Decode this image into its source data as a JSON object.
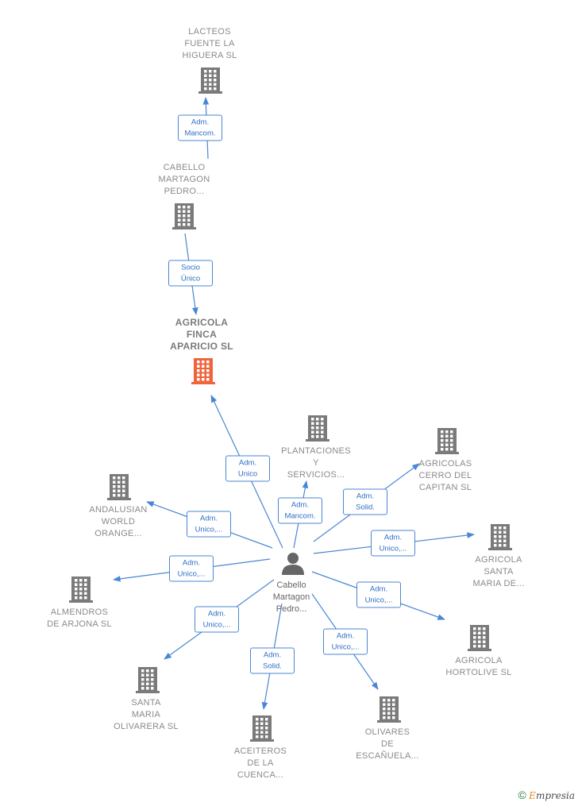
{
  "nodes": {
    "lacteos": "LACTEOS\nFUENTE LA\nHIGUERA  SL",
    "cabello_martagon_co": "CABELLO\nMARTAGON\nPEDRO...",
    "agricola_finca": "AGRICOLA\nFINCA\nAPARICIO  SL",
    "plantaciones": "PLANTACIONES\nY\nSERVICIOS...",
    "agricolas_cerro": "AGRICOLAS\nCERRO DEL\nCAPITAN  SL",
    "andalusian": "ANDALUSIAN\nWORLD\nORANGE...",
    "agricola_santa_maria": "AGRICOLA\nSANTA\nMARIA DE...",
    "almendros": "ALMENDROS\nDE ARJONA  SL",
    "person": "Cabello\nMartagon\nPedro...",
    "agricola_hortolive": "AGRICOLA\nHORTOLIVE  SL",
    "santa_maria_olivarera": "SANTA\nMARIA\nOLIVARERA  SL",
    "olivares": "OLIVARES\nDE\nESCAÑUELA...",
    "aceiteros": "ACEITEROS\nDE LA\nCUENCA..."
  },
  "edges": {
    "e1": "Adm.\nMancom.",
    "e2": "Socio\nÚnico",
    "e3": "Adm.\nUnico",
    "e4": "Adm.\nMancom.",
    "e5": "Adm.\nSolid.",
    "e6": "Adm.\nUnico,...",
    "e7": "Adm.\nUnico,...",
    "e8": "Adm.\nUnico,...",
    "e9": "Adm.\nUnico,...",
    "e10": "Adm.\nUnico,...",
    "e11": "Adm.\nUnico,...",
    "e12": "Adm.\nSolid."
  },
  "colors": {
    "building": "#7a7a7a",
    "focus": "#f0643c",
    "edge": "#4a86d4",
    "person": "#666666"
  },
  "footer": {
    "copyright": "©",
    "brand_first": "E",
    "brand_rest": "mpresia"
  }
}
